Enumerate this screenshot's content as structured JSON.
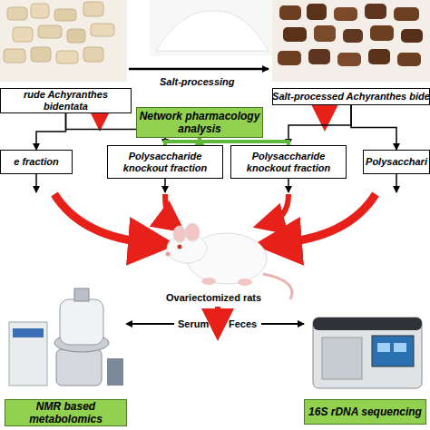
{
  "diagram": {
    "nodes": [
      {
        "text": [
          "rude Achyranthes bidentata"
        ]
      },
      {
        "text": [
          "Salt-processed Achyranthes bide"
        ]
      },
      {
        "text": [
          "Network pharmacology analysis"
        ]
      },
      {
        "text": [
          "e fraction"
        ]
      },
      {
        "text": [
          "Polysaccharide knockout fraction"
        ]
      },
      {
        "text": [
          "Polysaccharide knockout fraction"
        ]
      },
      {
        "text": [
          "Polysacchari"
        ]
      },
      {
        "text": [
          "NMR based metabolomics"
        ]
      },
      {
        "text": [
          "16S rDNA sequencing"
        ]
      }
    ],
    "edges": [
      {
        "from": 0,
        "to": 3,
        "arrow": "to"
      },
      {
        "from": 0,
        "to": 4,
        "arrow": "to"
      },
      {
        "from": 1,
        "to": 5,
        "arrow": "to"
      },
      {
        "from": 1,
        "to": 6,
        "arrow": "to"
      },
      {
        "from": 4,
        "to": 2,
        "arrow": "to"
      },
      {
        "from": 5,
        "to": 2,
        "arrow": "to"
      }
    ],
    "labels": [
      "Salt-processing",
      "Ovariectomized rats",
      "Serum",
      "Feces"
    ]
  }
}
